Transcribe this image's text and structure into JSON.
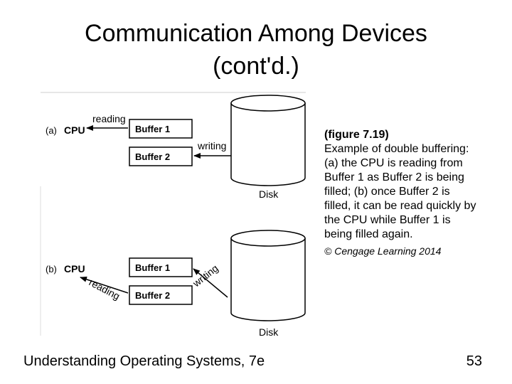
{
  "title": {
    "line1": "Communication Among Devices",
    "line2": "(cont'd.)"
  },
  "figure": {
    "panel_a": {
      "tag": "(a)",
      "cpu": "CPU",
      "buffer1": "Buffer 1",
      "buffer2": "Buffer 2",
      "read_label": "reading",
      "write_label": "writing",
      "disk": "Disk"
    },
    "panel_b": {
      "tag": "(b)",
      "cpu": "CPU",
      "buffer1": "Buffer 1",
      "buffer2": "Buffer 2",
      "read_label": "reading",
      "write_label": "writing",
      "disk": "Disk"
    }
  },
  "caption": {
    "figure_number": "(figure 7.19)",
    "text": "Example of double buffering: (a) the CPU is reading from Buffer 1 as Buffer 2 is being filled; (b) once Buffer 2 is filled, it can be read quickly by the CPU while Buffer 1 is being filled again.",
    "credit": "© Cengage Learning 2014"
  },
  "footer": {
    "book": "Understanding Operating Systems, 7e",
    "page": "53"
  }
}
